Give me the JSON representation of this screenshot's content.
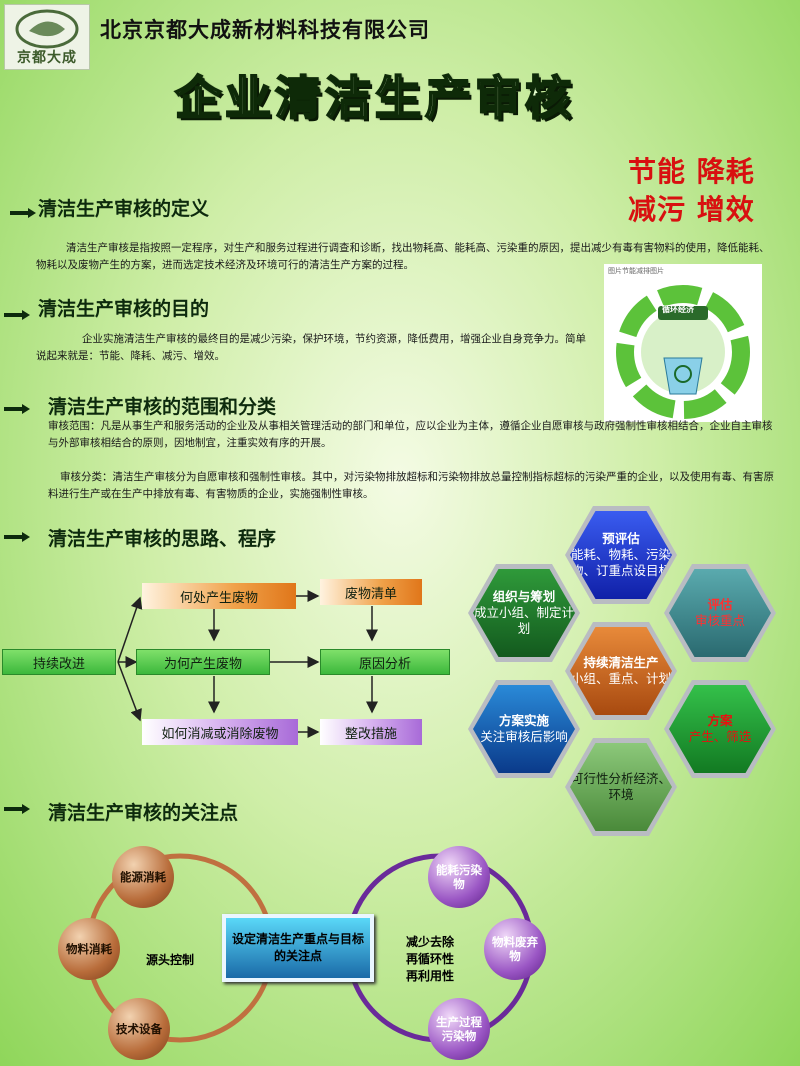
{
  "header": {
    "logo_text": "京都大成",
    "company": "北京京都大成新材料科技有限公司",
    "title": "企业清洁生产审核"
  },
  "slogan": {
    "line1": "节能 降耗",
    "line2": "减污 增效"
  },
  "sections": {
    "definition": {
      "heading": "清洁生产审核的定义",
      "text": "清洁生产审核是指按照一定程序，对生产和服务过程进行调查和诊断，找出物耗高、能耗高、污染重的原因，提出减少有毒有害物料的使用，降低能耗、物耗以及废物产生的方案，进而选定技术经济及环境可行的清洁生产方案的过程。"
    },
    "purpose": {
      "heading": "清洁生产审核的目的",
      "text": "企业实施清洁生产审核的最终目的是减少污染，保护环境，节约资源，降低费用，增强企业自身竞争力。简单说起来就是：节能、降耗、减污、增效。"
    },
    "scope": {
      "heading": "清洁生产审核的范围和分类",
      "text1": "审核范围：凡是从事生产和服务活动的企业及从事相关管理活动的部门和单位，应以企业为主体，遵循企业自愿审核与政府强制性审核相结合，企业自主审核与外部审核相结合的原则，因地制宜，注重实效有序的开展。",
      "text2": "审核分类：清洁生产审核分为自愿审核和强制性审核。其中，对污染物排放超标和污染物排放总量控制指标超标的污染严重的企业，以及使用有毒、有害原料进行生产或在生产中排放有毒、有害物质的企业，实施强制性审核。"
    },
    "process": {
      "heading": "清洁生产审核的思路、程序"
    },
    "focus": {
      "heading": "清洁生产审核的关注点"
    }
  },
  "image": {
    "caption": "图片节能减排图片",
    "banner": "循环经济"
  },
  "flow": {
    "continuous": "持续改进",
    "where": "何处产生废物",
    "list": "废物清单",
    "why": "为何产生废物",
    "cause": "原因分析",
    "how": "如何消减或消除废物",
    "fix": "整改措施"
  },
  "hexagons": [
    {
      "title": "预评估",
      "text": "能耗、物耗、污染物、订重点设目标"
    },
    {
      "title": "组织与筹划",
      "text": "成立小组、制定计划"
    },
    {
      "title": "评估",
      "text": "审核重点"
    },
    {
      "title": "持续清洁生产",
      "text": "小组、重点、计划"
    },
    {
      "title": "方案实施",
      "text": "关注审核后影响"
    },
    {
      "title": "方案",
      "text": "产生、筛选"
    },
    {
      "title": "",
      "text": "可行性分析经济、环境"
    }
  ],
  "focus": {
    "center": "设定清洁生产重点与目标的关注点",
    "left_label": "源头控制",
    "right_label": "减少去除再循环性再利用性",
    "left_circles": [
      "能源消耗",
      "物料消耗",
      "技术设备"
    ],
    "right_circles": [
      "能耗污染物",
      "物料废弃物",
      "生产过程污染物"
    ]
  },
  "colors": {
    "hex_blue": "#1a3ec8",
    "hex_green": "#1f7a2a",
    "hex_teal": "#3a8a8c",
    "hex_orange": "#c86a1e",
    "hex_red": "#e01010",
    "hex_olive": "#4a8a3a"
  }
}
